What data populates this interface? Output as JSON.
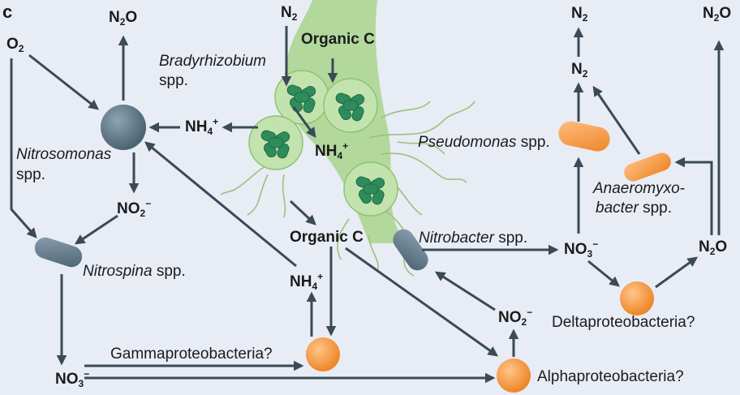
{
  "panel_label": "c",
  "species": [
    {
      "id": "nitrosomonas",
      "name": "Nitrosomonas",
      "suffix": "spp.",
      "lines": [
        "Nitrosomonas",
        "spp."
      ]
    },
    {
      "id": "nitrospina",
      "name": "Nitrospina",
      "suffix": "spp."
    },
    {
      "id": "bradyrhizobium",
      "name": "Bradyrhizobium",
      "suffix": "spp."
    },
    {
      "id": "pseudomonas",
      "name": "Pseudomonas",
      "suffix": "spp."
    },
    {
      "id": "nitrobacter",
      "name": "Nitrobacter",
      "suffix": "spp."
    },
    {
      "id": "anaeromyxobacter",
      "lines": [
        "Anaeromyxo-",
        "bacter"
      ],
      "suffix": "spp."
    },
    {
      "id": "gammaproteobacteria",
      "name": "Gammaproteobacteria?"
    },
    {
      "id": "alphaproteobacteria",
      "name": "Alphaproteobacteria?"
    },
    {
      "id": "deltaproteobacteria",
      "name": "Deltaproteobacteria?"
    }
  ],
  "compounds": {
    "n2o": {
      "base": "N",
      "sub": "2",
      "rest": "O"
    },
    "n2": {
      "base": "N",
      "sub": "2"
    },
    "o2": {
      "base": "O",
      "sub": "2"
    },
    "nh4": {
      "base": "NH",
      "sub": "4",
      "sup": "+"
    },
    "no2": {
      "base": "NO",
      "sub": "2",
      "sup": "−"
    },
    "no3": {
      "base": "NO",
      "sub": "3",
      "sup": "−"
    },
    "organic_c": "Organic C"
  },
  "colors": {
    "background": "#e8ecf5",
    "arrow": "#3a4a56",
    "root": "#a8d58c",
    "nodule": "#c2e3ad",
    "bacteroid": "#2e8c5c",
    "grey_cell": "#5f7686",
    "orange_cell": "#f5963c",
    "text": "#1b1b1b"
  }
}
